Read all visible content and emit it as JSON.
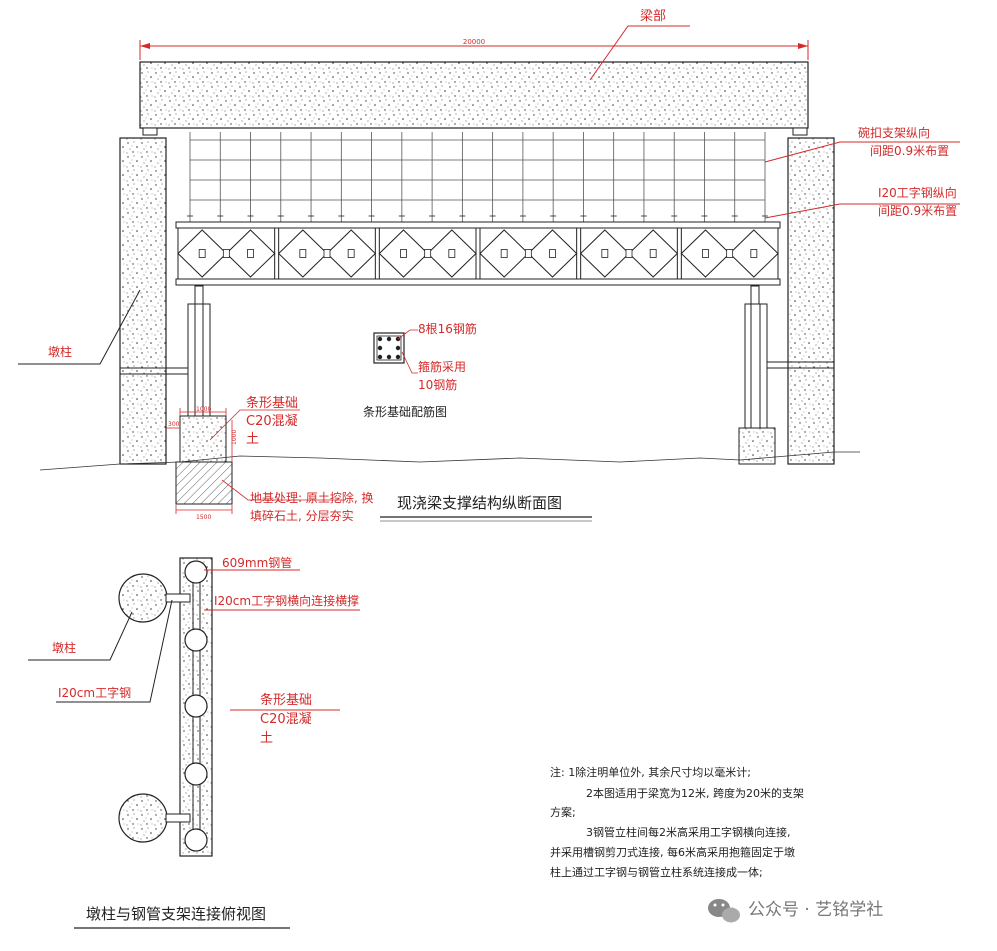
{
  "elevation": {
    "title": "现浇梁支撑结构纵断面图",
    "dimension_total": "20000",
    "beam_label": "梁部",
    "scaffold_label_1": "碗扣支架纵向",
    "scaffold_label_2": "间距0.9米布置",
    "ibeam_label_1": "I20工字钢纵向",
    "ibeam_label_2": "间距0.9米布置",
    "pier_label": "墩柱",
    "rebar_label_1": "8根16钢筋",
    "rebar_label_2": "箍筋采用",
    "rebar_label_3": "10钢筋",
    "rebar_title": "条形基础配筋图",
    "foundation_label_1": "条形基础",
    "foundation_label_2": "C20混凝",
    "foundation_label_3": "土",
    "foundation_dim_width": "1000",
    "foundation_dim_side": "300",
    "foundation_dim_base": "1500",
    "foundation_dim_height": "1000",
    "ground_label_1": "地基处理: 原土挖除, 换",
    "ground_label_2": "填碎石土, 分层夯实"
  },
  "plan": {
    "title": "墩柱与钢管支架连接俯视图",
    "pipe_label": "609mm钢管",
    "brace_label": "I20cm工字钢横向连接横撑",
    "pier_label": "墩柱",
    "ibeam_label": "I20cm工字钢",
    "foundation_label_1": "条形基础",
    "foundation_label_2": "C20混凝",
    "foundation_label_3": "土"
  },
  "notes": {
    "line_1": "注:        1除注明单位外, 其余尺寸均以毫米计;",
    "line_2": "2本图适用于梁宽为12米, 跨度为20米的支架",
    "line_3": "方案;",
    "line_4": "3钢管立柱间每2米高采用工字钢横向连接,",
    "line_5": "并采用槽钢剪刀式连接, 每6米高采用抱箍固定于墩",
    "line_6": "柱上通过工字钢与钢管立柱系统连接成一体;"
  },
  "watermark": {
    "text": "公众号 · 艺铭学社"
  }
}
